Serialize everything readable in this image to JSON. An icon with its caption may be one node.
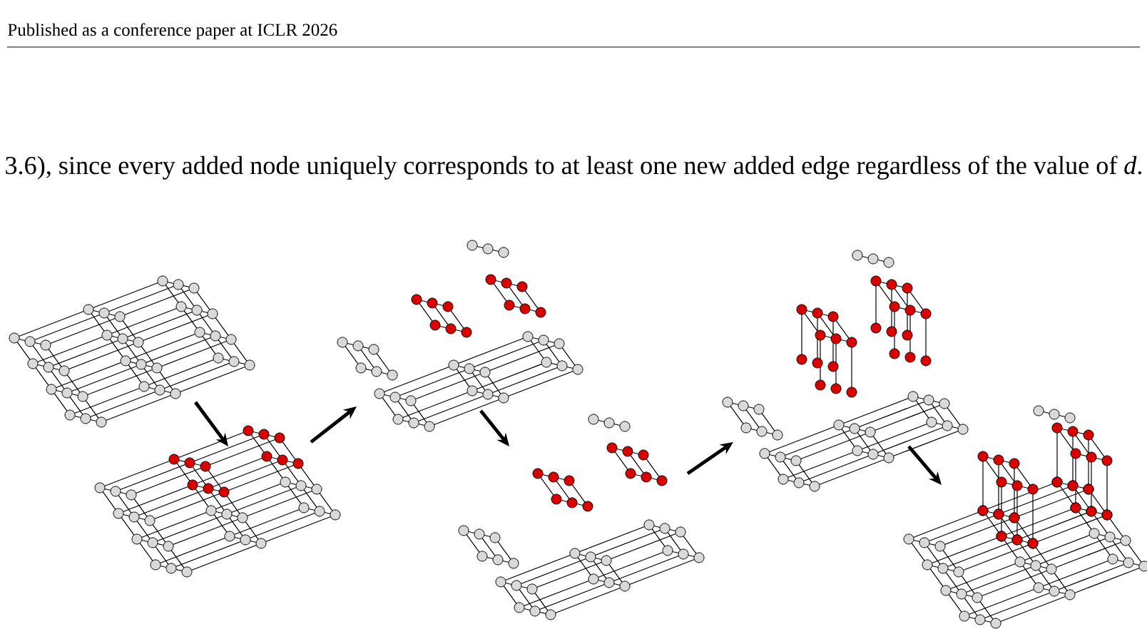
{
  "diagram": {
    "nodes": [
      {
        "text": [],
        "shape": "picture"
      },
      {
        "text": [],
        "shape": "picture"
      },
      {
        "text": [],
        "shape": "picture"
      },
      {
        "text": [],
        "shape": "picture"
      },
      {
        "text": [],
        "shape": "picture"
      },
      {
        "text": [],
        "shape": "picture"
      }
    ],
    "edges": [
      {
        "from": 0,
        "to": 1,
        "arrow": "to"
      },
      {
        "from": 1,
        "to": 2,
        "arrow": "to"
      },
      {
        "from": 2,
        "to": 3,
        "arrow": "to"
      },
      {
        "from": 3,
        "to": 4,
        "arrow": "to"
      },
      {
        "from": 4,
        "to": 5,
        "arrow": "to"
      }
    ],
    "labels": [
      "Published as a conference paper at ICLR 2026",
      "3.6), since every added node uniquely corresponds to at least one new added edge regardless of the value of *d*."
    ]
  }
}
